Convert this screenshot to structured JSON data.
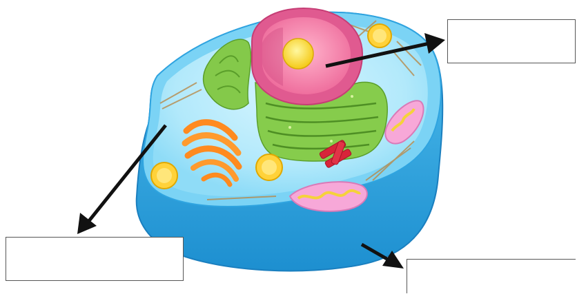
{
  "diagram": {
    "type": "animal-cell-labeling-worksheet",
    "organelles": [
      {
        "name": "nucleus-icon"
      },
      {
        "name": "nucleolus-icon"
      },
      {
        "name": "endoplasmic-reticulum-icon"
      },
      {
        "name": "golgi-apparatus-icon"
      },
      {
        "name": "mitochondrion-icon"
      },
      {
        "name": "lysosome-icon"
      },
      {
        "name": "centriole-icon"
      },
      {
        "name": "cytoskeleton-icon"
      },
      {
        "name": "cell-membrane-icon"
      },
      {
        "name": "cytoplasm-icon"
      }
    ],
    "label_boxes": [
      {
        "id": "top-right",
        "value": "",
        "placeholder": ""
      },
      {
        "id": "bottom-left",
        "value": "",
        "placeholder": ""
      },
      {
        "id": "bottom-right",
        "value": "",
        "placeholder": ""
      }
    ],
    "colors": {
      "membrane_outer": "#33a8e0",
      "membrane_inner": "#7fd4f5",
      "cytoplasm": "#b9ecfb",
      "nucleus_envelope": "#e35b8f",
      "nucleus_inner": "#f58db0",
      "nucleolus": "#ffe14a",
      "rough_er": "#7cc242",
      "golgi": "#ff9a2e",
      "mitochondria": "#f7a8d8",
      "lysosome": "#ffd23a",
      "centriole": "#d8243a",
      "arrow": "#111111"
    }
  }
}
